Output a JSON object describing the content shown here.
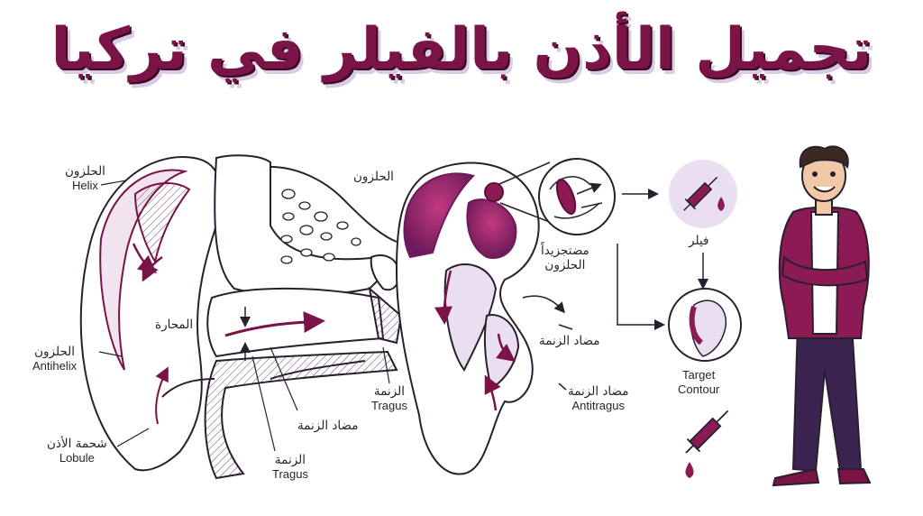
{
  "title": "تجميل الأذن بالفيلر في تركيا",
  "labels": {
    "helix_top_ar": "الحلزون",
    "helix_top_en": "Helix",
    "antihelix_ar": "الحلزون",
    "antihelix_en": "Antihelix",
    "lobule_ar": "شحمة الأذن",
    "lobule_en": "Lobule",
    "concha_ar": "المحارة",
    "tragus_mid_ar": "الزنمة",
    "tragus_mid_en": "Tragus",
    "antitragus_mid_ar": "مضاد الزنمة",
    "tragus_bottom_ar": "الزنمة",
    "tragus_bottom_en": "Tragus",
    "helix_right_ar": "الحلزون",
    "helix_enhanced_line1": "مضتجزيداً",
    "helix_enhanced_line2": "الحلزون",
    "antitragus_right1_ar": "مضاد الزنمة",
    "antitragus_right2_ar": "مضاد الزنمة",
    "antitragus_right2_en": "Antitragus",
    "filler_ar": "فيلر",
    "target_line1": "Target",
    "target_line2": "Contour"
  },
  "icons": {
    "syringe_top": "syringe-icon",
    "drop": "drop-icon",
    "syringe_bottom": "syringe-icon"
  },
  "colors": {
    "title": "#7a1446",
    "accent": "#8b1a55",
    "accent_light": "#c23a7e",
    "lavender": "#e9dff0",
    "purple_dark": "#3b2550",
    "line": "#2a1f2e"
  }
}
